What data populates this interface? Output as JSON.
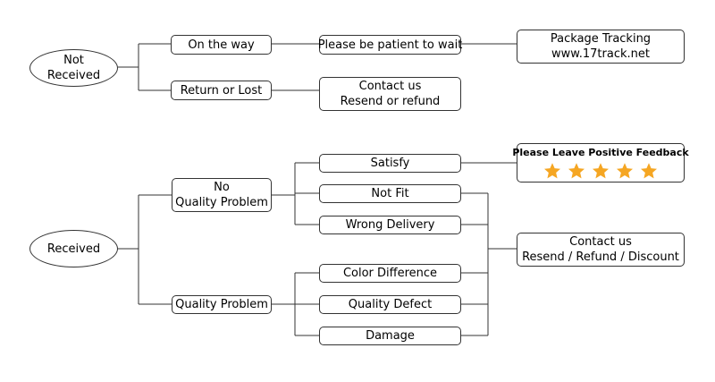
{
  "not_received": {
    "root": [
      "Not",
      "Received"
    ],
    "on_the_way": "On the way",
    "return_or_lost": "Return or Lost",
    "patient": "Please be patient to wait",
    "tracking": [
      "Package Tracking",
      "www.17track.net"
    ],
    "contact": [
      "Contact us",
      "Resend or refund"
    ]
  },
  "received": {
    "root": "Received",
    "no_quality_problem": [
      "No",
      "Quality Problem"
    ],
    "quality_problem": "Quality Problem",
    "satisfy": "Satisfy",
    "not_fit": "Not Fit",
    "wrong_delivery": "Wrong Delivery",
    "color_difference": "Color Difference",
    "quality_defect": "Quality Defect",
    "damage": "Damage",
    "feedback_title": "Please Leave Positive Feedback",
    "feedback_stars": 5,
    "star_color": "#F5A623",
    "contact": [
      "Contact us",
      "Resend / Refund / Discount"
    ]
  }
}
